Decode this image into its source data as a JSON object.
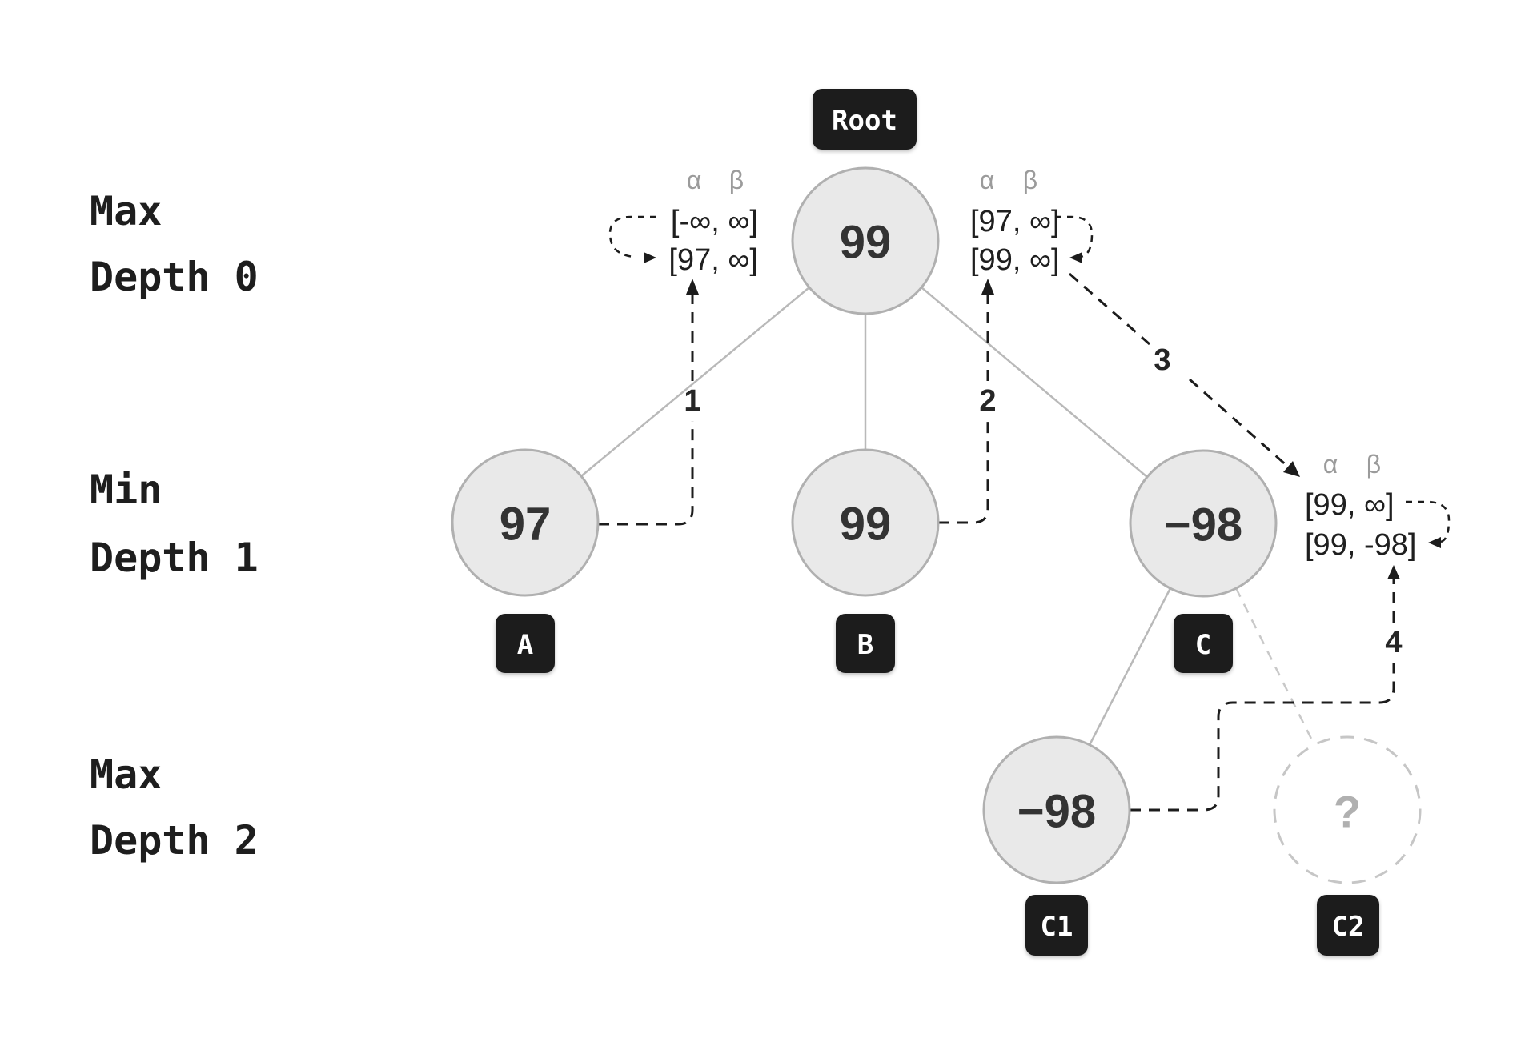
{
  "depth_rows": [
    {
      "role": "Max",
      "depth": "Depth 0"
    },
    {
      "role": "Min",
      "depth": "Depth 1"
    },
    {
      "role": "Max",
      "depth": "Depth 2"
    }
  ],
  "nodes": {
    "root": {
      "label": "Root",
      "value": "99"
    },
    "a": {
      "label": "A",
      "value": "97"
    },
    "b": {
      "label": "B",
      "value": "99"
    },
    "c": {
      "label": "C",
      "value": "−98"
    },
    "c1": {
      "label": "C1",
      "value": "−98"
    },
    "c2": {
      "label": "C2",
      "value": "?"
    }
  },
  "annotations": {
    "alpha": "α",
    "beta": "β",
    "root_left": {
      "row1": "[-∞, ∞]",
      "row2": "[97, ∞]"
    },
    "root_right": {
      "row1": "[97, ∞]",
      "row2": "[99, ∞]"
    },
    "c_right": {
      "row1": "[99, ∞]",
      "row2": "[99, -98]"
    }
  },
  "steps": {
    "s1": "1",
    "s2": "2",
    "s3": "3",
    "s4": "4"
  },
  "colors": {
    "highlight_blue": "#0d99ff"
  }
}
